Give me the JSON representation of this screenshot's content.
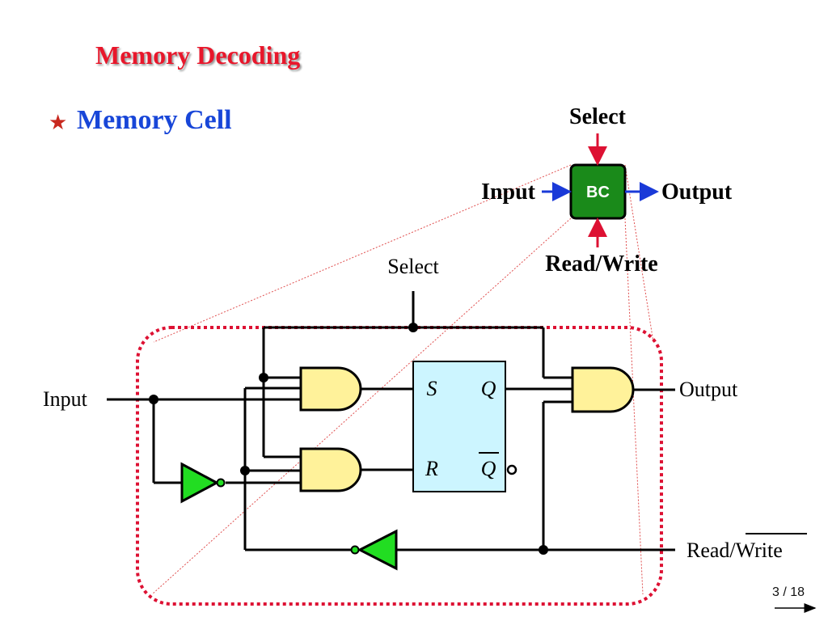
{
  "slide": {
    "title": "Memory Decoding",
    "bullet": "Memory Cell",
    "page_number": "3 / 18"
  },
  "block_symbol": {
    "select": "Select",
    "input": "Input",
    "output": "Output",
    "read_write": "Read/Write",
    "box": "BC"
  },
  "circuit": {
    "select": "Select",
    "input": "Input",
    "output": "Output",
    "read_write": "Read/Write",
    "read_write_overbar": "Write",
    "ff_s": "S",
    "ff_r": "R",
    "ff_q": "Q",
    "ff_qbar": "Q"
  },
  "colors": {
    "title": "#e8172b",
    "bullet": "#1846d8",
    "bc_box": "#1a8a1a",
    "gate_fill": "#fff29a",
    "inverter_fill": "#22dd22",
    "flipflop_fill": "#ccf5ff",
    "dotted_border": "#dd1133",
    "blue_arrow": "#1a3ad8",
    "red_arrow": "#dd1133"
  }
}
